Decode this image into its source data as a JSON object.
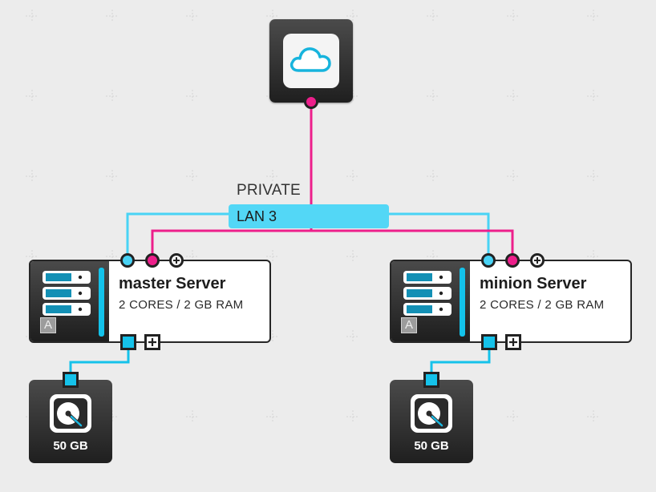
{
  "internet": {
    "icon": "cloud-icon"
  },
  "network": {
    "label": "PRIVATE",
    "lan_name": "LAN 3"
  },
  "servers": [
    {
      "name": "master Server",
      "spec": "2 CORES / 2 GB RAM",
      "badge": "A",
      "icon": "server-rack-icon"
    },
    {
      "name": "minion Server",
      "spec": "2 CORES / 2 GB RAM",
      "badge": "A",
      "icon": "server-rack-icon"
    }
  ],
  "volumes": [
    {
      "size": "50 GB",
      "icon": "hard-disk-icon"
    },
    {
      "size": "50 GB",
      "icon": "hard-disk-icon"
    }
  ],
  "colors": {
    "public_link": "#49d3f5",
    "private_link": "#ed1f8b",
    "storage_link": "#15c2ea",
    "lan_bar": "#53d7f6",
    "server_accent": "#13c2ea",
    "node_dark": "#2a2a2a",
    "canvas": "#ececec"
  }
}
